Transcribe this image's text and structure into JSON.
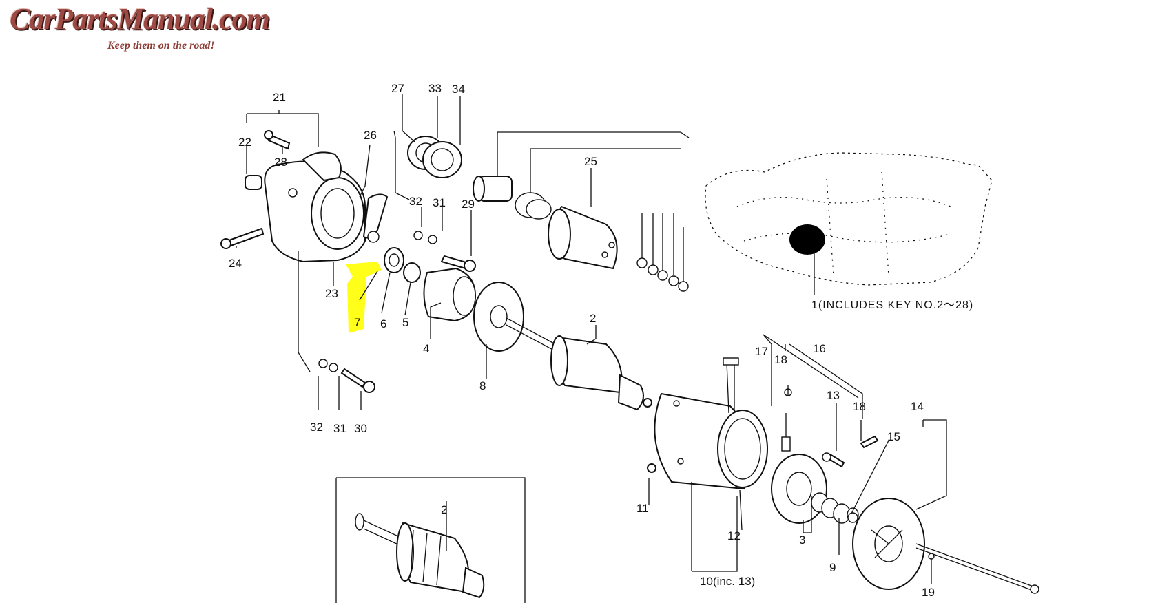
{
  "brand": {
    "name": "CarPartsManual.com",
    "tagline": "Keep them on the road!",
    "color": "#9e4a44"
  },
  "diagram": {
    "highlight_color": "#ffff00",
    "highlighted_part": "7",
    "callouts": {
      "p2": "2",
      "p2b": "2",
      "p3": "3",
      "p4": "4",
      "p5": "5",
      "p6": "6",
      "p7": "7",
      "p8": "8",
      "p9": "9",
      "p10": "10(inc. 13)",
      "p11": "11",
      "p12": "12",
      "p13": "13",
      "p14": "14",
      "p15": "15",
      "p16": "16",
      "p17": "17",
      "p18a": "18",
      "p18b": "18",
      "p19": "19",
      "p21": "21",
      "p22": "22",
      "p23": "23",
      "p24": "24",
      "p25": "25",
      "p26": "26",
      "p27": "27",
      "p28": "28",
      "p29": "29",
      "p30": "30",
      "p31a": "31",
      "p31b": "31",
      "p32a": "32",
      "p32b": "32",
      "p33": "33",
      "p34": "34",
      "p1": "1(INCLUDES KEY NO.2～28)"
    }
  }
}
